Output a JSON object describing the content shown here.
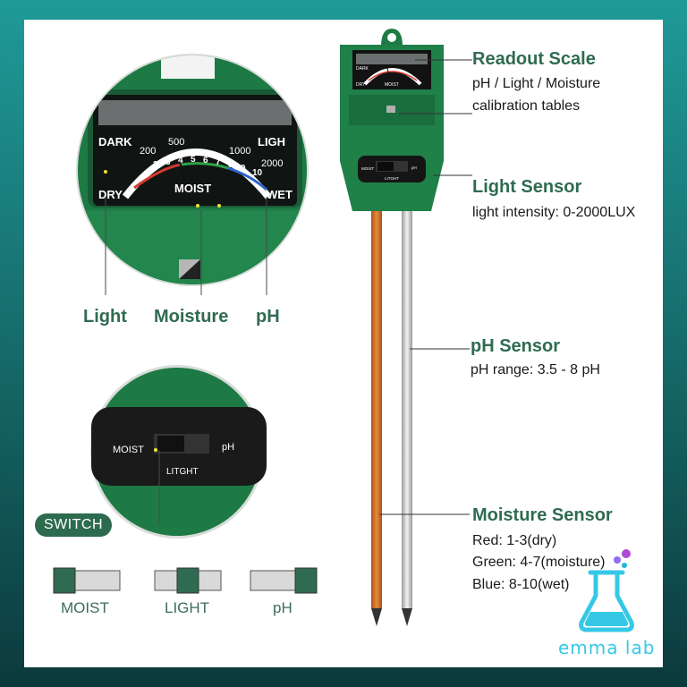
{
  "callouts": {
    "readout": {
      "title": "Readout Scale",
      "line1": "pH / Light / Moisture",
      "line2": "calibration tables"
    },
    "light": {
      "title": "Light Sensor",
      "line1": "light intensity: 0-2000LUX"
    },
    "ph": {
      "title": "pH Sensor",
      "line1": "pH range: 3.5 - 8 pH"
    },
    "moisture": {
      "title": "Moisture Sensor",
      "line1": "Red: 1-3(dry)",
      "line2": "Green: 4-7(moisture)",
      "line3": "Blue: 8-10(wet)"
    }
  },
  "zoom_meter": {
    "dark": "DARK",
    "light": "LIGH",
    "dry": "DRY",
    "wet": "WET",
    "moist": "MOIST",
    "lux_ticks": [
      "200",
      "500",
      "1000",
      "2000"
    ],
    "moist_ticks": [
      "2",
      "3",
      "4",
      "5",
      "6",
      "7",
      "8",
      "9",
      "10"
    ],
    "legend": [
      "Light",
      "Moisture",
      "pH"
    ]
  },
  "zoom_switch": {
    "moist": "MOIST",
    "ph": "pH",
    "light": "LITGHT",
    "badge": "SWITCH"
  },
  "device": {
    "moist": "MOIST",
    "ph": "pH",
    "light": "LITGHT",
    "dark": "DARK",
    "dry": "DRY",
    "moist_scale": "MOIST"
  },
  "switch_positions": [
    "MOIST",
    "LIGHT",
    "pH"
  ],
  "logo": "emma lab",
  "colors": {
    "brand_green": "#2f6b52",
    "device_green": "#1e7a45",
    "copper": "#d2742b",
    "logo_cyan": "#35c8e6"
  }
}
